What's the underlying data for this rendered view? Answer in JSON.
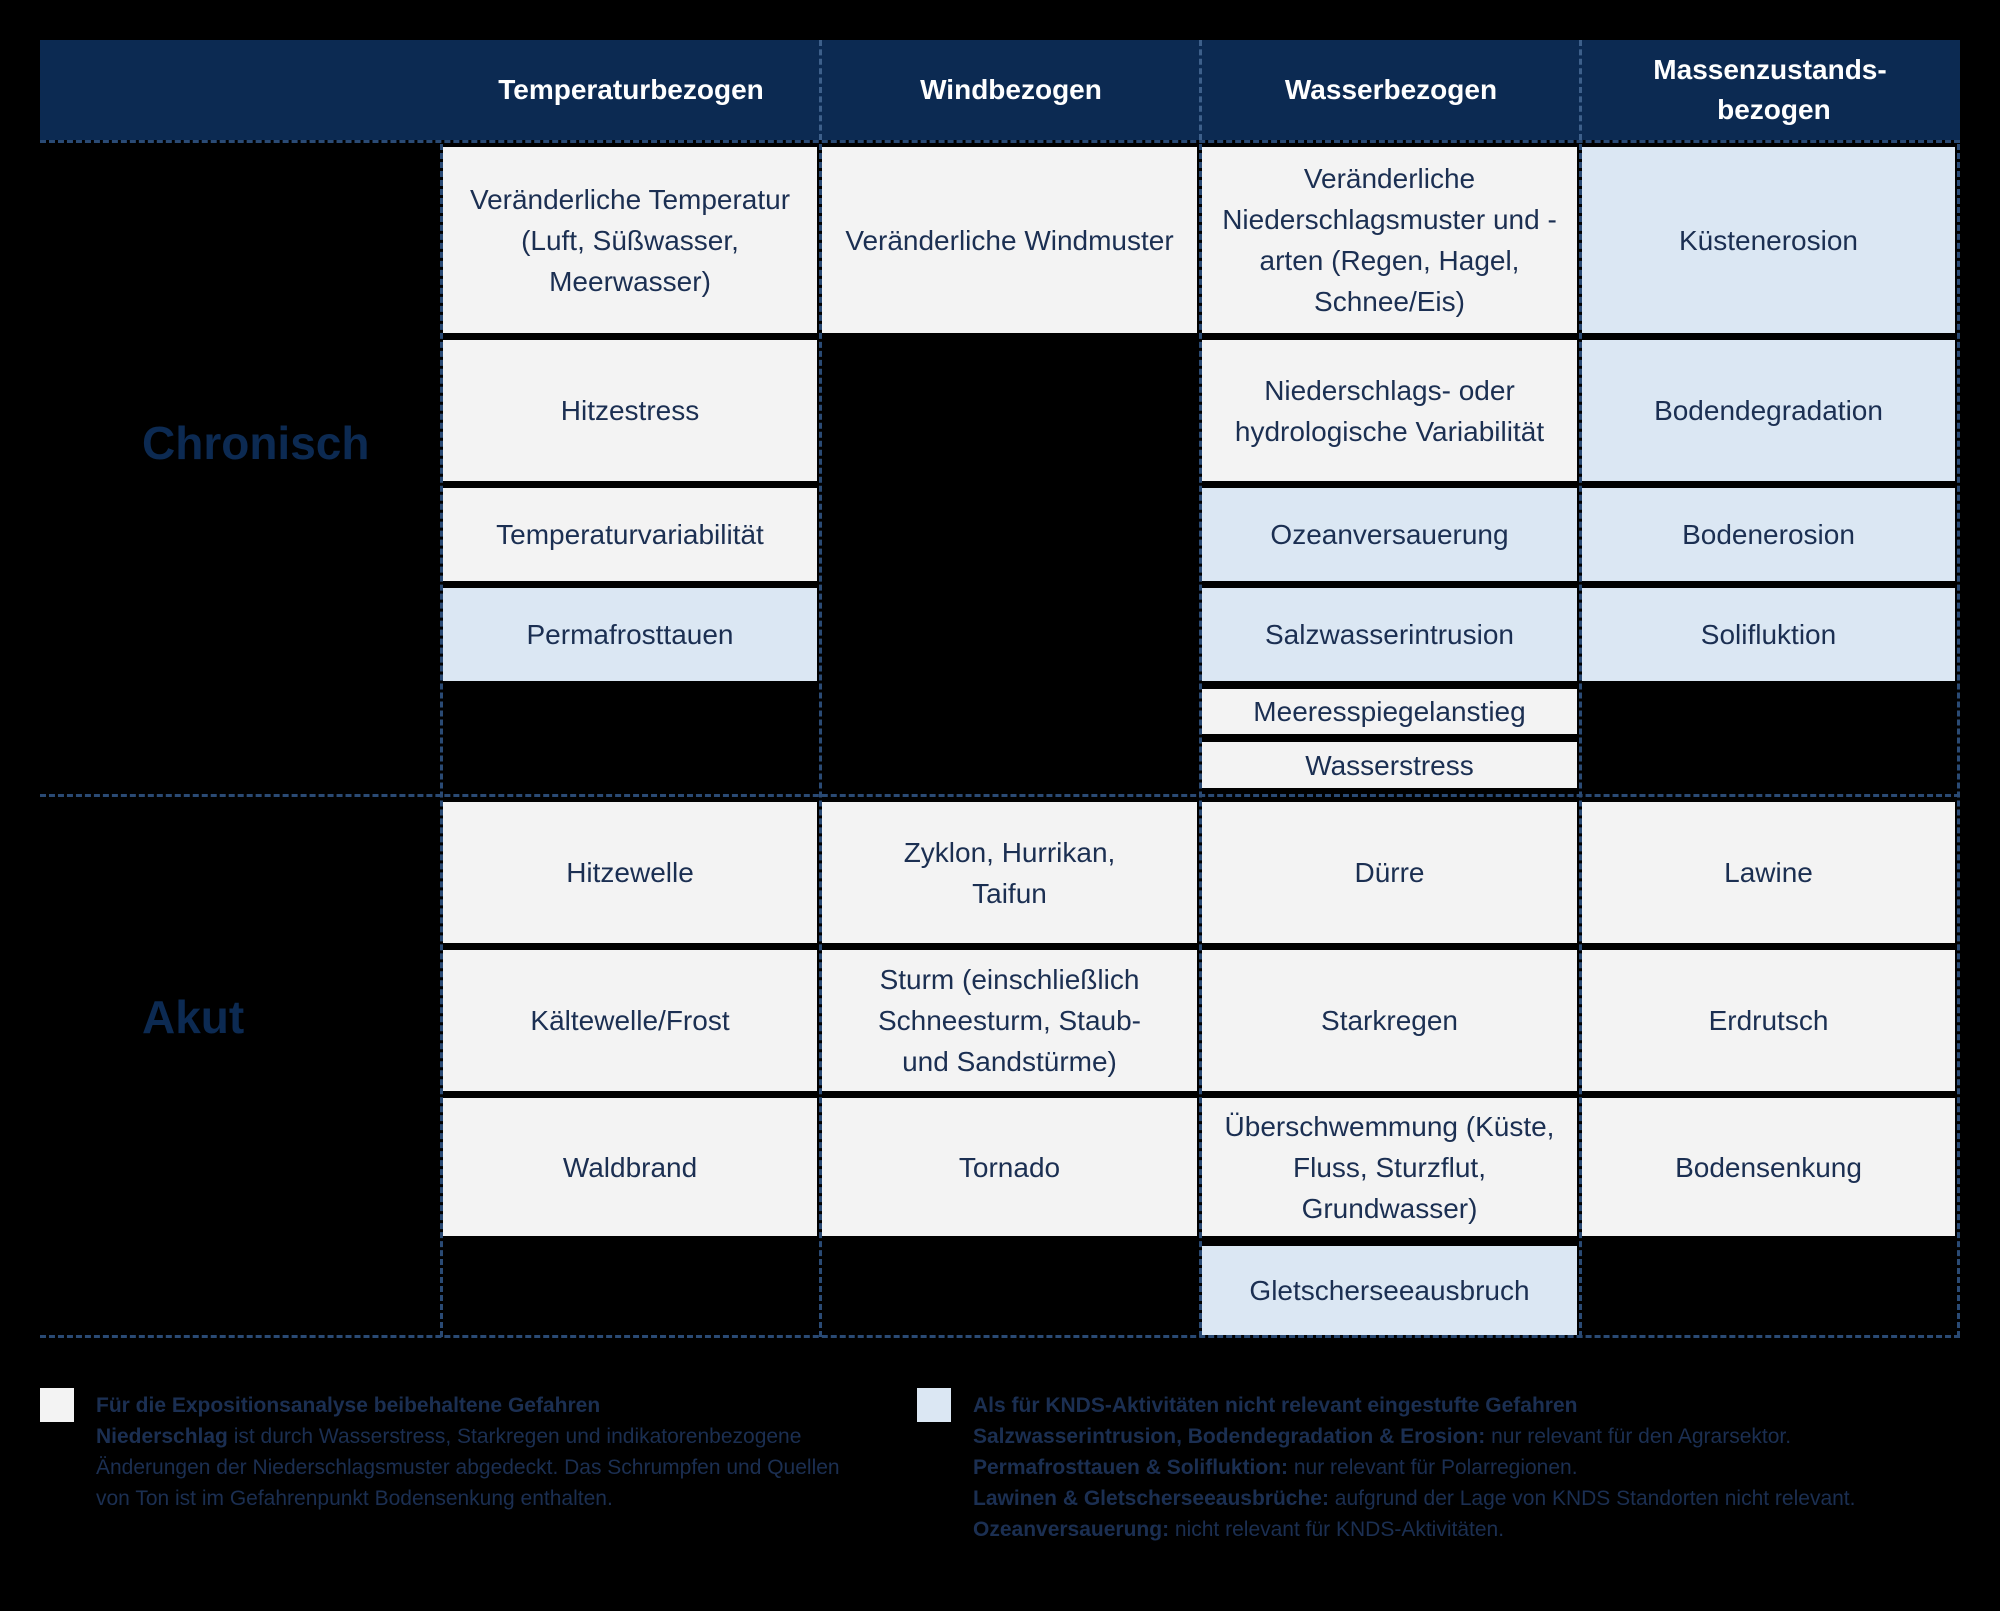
{
  "headers": [
    "Temperaturbezogen",
    "Windbezogen",
    "Wasserbezogen",
    "Massenzustands- bezogen"
  ],
  "row_labels": {
    "chronic": "Chronisch",
    "acute": "Akut"
  },
  "cells": {
    "temp_1": "Veränderliche Temperatur (Luft, Süßwasser, Meerwasser)",
    "temp_2": "Hitzestress",
    "temp_3": "Temperaturvariabilität",
    "temp_4": "Permafrosttauen",
    "wind_1": "Veränderliche Windmuster",
    "water_1": "Veränderliche Niederschlagsmuster und -arten (Regen, Hagel, Schnee/Eis)",
    "water_2": "Niederschlags- oder hydrologische Variabilität",
    "water_3": "Ozeanversauerung",
    "water_4": "Salzwasserintrusion",
    "water_5": "Meeresspiegelanstieg",
    "water_6": "Wasserstress",
    "mass_1": "Küstenerosion",
    "mass_2": "Bodendegradation",
    "mass_3": "Bodenerosion",
    "mass_4": "Solifluktion",
    "a_temp_1": "Hitzewelle",
    "a_temp_2": "Kältewelle/Frost",
    "a_temp_3": "Waldbrand",
    "a_wind_1": "Zyklon, Hurrikan, Taifun",
    "a_wind_2": "Sturm (einschließlich Schneesturm, Staub- und Sandstürme)",
    "a_wind_3": "Tornado",
    "a_water_1": "Dürre",
    "a_water_2": "Starkregen",
    "a_water_3": "Überschwemmung (Küste, Fluss, Sturzflut, Grundwasser)",
    "a_water_4": "Gletscherseeausbruch",
    "a_mass_1": "Lawine",
    "a_mass_2": "Erdrutsch",
    "a_mass_3": "Bodensenkung"
  },
  "legend": {
    "retained": {
      "title": "Für die Expositionsanalyse beibehaltene Gefahren",
      "lines": [
        {
          "bold": "Niederschlag",
          "text": " ist durch Wasserstress, Starkregen und indikatorenbezogene Änderungen der Niederschlagsmuster abgedeckt. Das Schrumpfen und Quellen von Ton ist im Gefahrenpunkt Bodensenkung enthalten."
        }
      ]
    },
    "not_relevant": {
      "title": "Als für KNDS-Aktivitäten nicht relevant eingestufte Gefahren",
      "lines": [
        {
          "bold": "Salzwasserintrusion, Bodendegradation & Erosion:",
          "text": " nur relevant für den Agrarsektor."
        },
        {
          "bold": "Permafrosttauen & Solifluktion:",
          "text": " nur relevant für Polarregionen."
        },
        {
          "bold": "Lawinen & Gletscherseeausbrüche:",
          "text": " aufgrund der Lage von KNDS Standorten nicht relevant."
        },
        {
          "bold": "Ozeanversauerung:",
          "text": " nicht relevant für KNDS-Aktivitäten."
        }
      ]
    }
  },
  "colors": {
    "header": "#0c2a52",
    "retained": "#f3f3f3",
    "not_relevant": "#dbe7f3",
    "text": "#1b2f52"
  }
}
